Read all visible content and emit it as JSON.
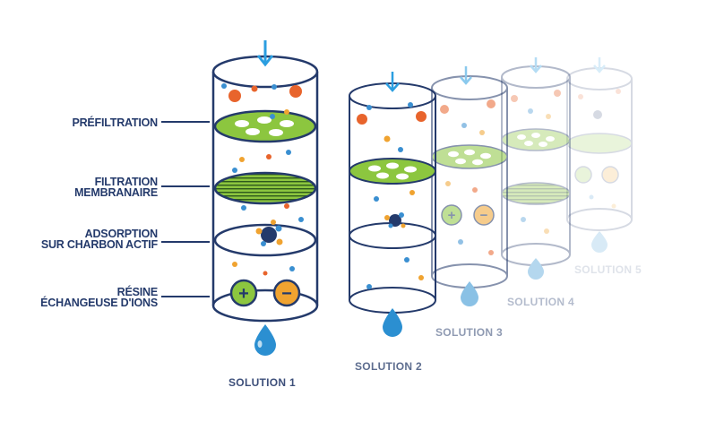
{
  "stages": {
    "prefiltration": "PRÉFILTRATION",
    "filtration_line1": "FILTRATION",
    "filtration_line2": "MEMBRANAIRE",
    "adsorption_line1": "ADSORPTION",
    "adsorption_line2": "SUR CHARBON ACTIF",
    "resine_line1": "RÉSINE",
    "resine_line2": "ÉCHANGEUSE D'IONS"
  },
  "solutions": [
    {
      "label": "SOLUTION 1",
      "opacity": 1.0
    },
    {
      "label": "SOLUTION 2",
      "opacity": 1.0
    },
    {
      "label": "SOLUTION 3",
      "opacity": 0.55
    },
    {
      "label": "SOLUTION 4",
      "opacity": 0.35
    },
    {
      "label": "SOLUTION 5",
      "opacity": 0.18
    }
  ],
  "colors": {
    "outline": "#243a6b",
    "green": "#8cc63f",
    "orange": "#f0a330",
    "red_orange": "#e8642c",
    "blue": "#3a8fd1",
    "drop": "#2b8fd1",
    "arrow": "#2b9ee0",
    "label_text": "#243a6b",
    "solution_text": "#5d6d8f"
  },
  "icons": {
    "inflow": "down-arrow-icon",
    "outflow": "water-drop-icon",
    "plus": "plus-ion-icon",
    "minus": "minus-ion-icon"
  }
}
